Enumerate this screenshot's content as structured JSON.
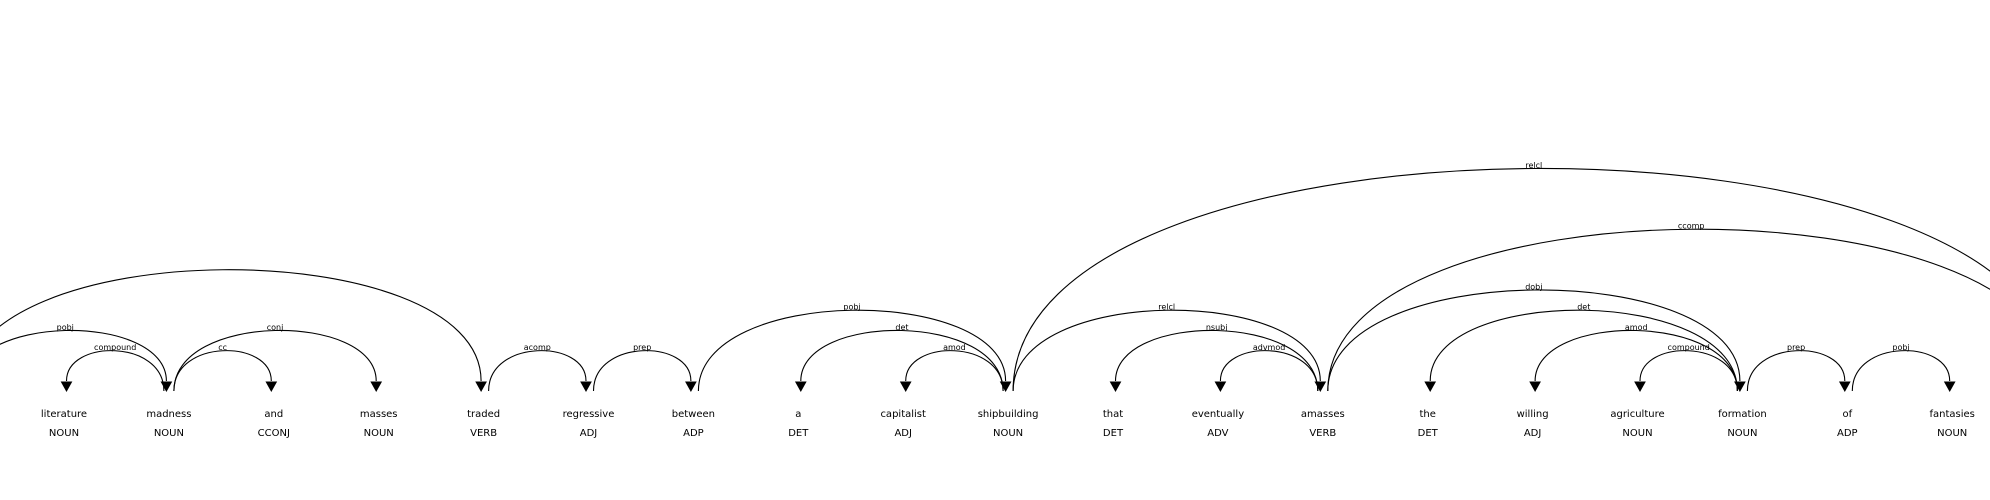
{
  "words": [
    {
      "text": "literature",
      "tag": "NOUN"
    },
    {
      "text": "madness",
      "tag": "NOUN"
    },
    {
      "text": "and",
      "tag": "CCONJ"
    },
    {
      "text": "masses",
      "tag": "NOUN"
    },
    {
      "text": "traded",
      "tag": "VERB"
    },
    {
      "text": "regressive",
      "tag": "ADJ"
    },
    {
      "text": "between",
      "tag": "ADP"
    },
    {
      "text": "a",
      "tag": "DET"
    },
    {
      "text": "capitalist",
      "tag": "ADJ"
    },
    {
      "text": "shipbuilding",
      "tag": "NOUN"
    },
    {
      "text": "that",
      "tag": "DET"
    },
    {
      "text": "eventually",
      "tag": "ADV"
    },
    {
      "text": "amasses",
      "tag": "VERB"
    },
    {
      "text": "the",
      "tag": "DET"
    },
    {
      "text": "willing",
      "tag": "ADJ"
    },
    {
      "text": "agriculture",
      "tag": "NOUN"
    },
    {
      "text": "formation",
      "tag": "NOUN"
    },
    {
      "text": "of",
      "tag": "ADP"
    },
    {
      "text": "fantasies",
      "tag": "NOUN"
    }
  ],
  "arcs": [
    {
      "label": "pobj",
      "head": -1,
      "dep": 1
    },
    {
      "label": "compound",
      "head": 1,
      "dep": 0
    },
    {
      "label": "cc",
      "head": 1,
      "dep": 2
    },
    {
      "label": "conj",
      "head": 1,
      "dep": 3
    },
    {
      "label": "",
      "head": -1,
      "dep": 4
    },
    {
      "label": "acomp",
      "head": 4,
      "dep": 5
    },
    {
      "label": "prep",
      "head": 5,
      "dep": 6
    },
    {
      "label": "pobj",
      "head": 6,
      "dep": 9
    },
    {
      "label": "det",
      "head": 9,
      "dep": 7
    },
    {
      "label": "amod",
      "head": 9,
      "dep": 8
    },
    {
      "label": "relcl",
      "head": 9,
      "dep": 12
    },
    {
      "label": "relcl",
      "head": 9,
      "dep": 19
    },
    {
      "label": "nsubj",
      "head": 12,
      "dep": 10
    },
    {
      "label": "advmod",
      "head": 12,
      "dep": 11
    },
    {
      "label": "dobj",
      "head": 12,
      "dep": 16
    },
    {
      "label": "ccomp",
      "head": 12,
      "dep": 19
    },
    {
      "label": "det",
      "head": 16,
      "dep": 13
    },
    {
      "label": "amod",
      "head": 16,
      "dep": 14
    },
    {
      "label": "compound",
      "head": 16,
      "dep": 15
    },
    {
      "label": "prep",
      "head": 16,
      "dep": 17
    },
    {
      "label": "pobj",
      "head": 17,
      "dep": 18
    }
  ]
}
